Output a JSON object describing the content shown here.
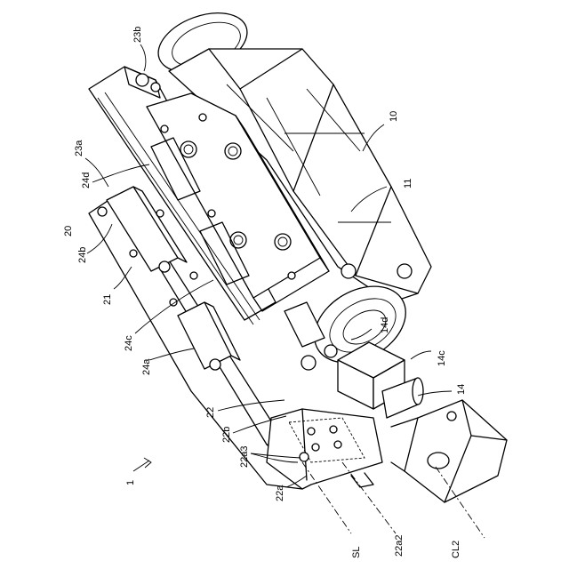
{
  "labels": {
    "l23b": "23b",
    "l10": "10",
    "l23a": "23a",
    "l24d": "24d",
    "l11": "11",
    "l20": "20",
    "l24b": "24b",
    "l21": "21",
    "l24c": "24c",
    "l14d": "14d",
    "l14c": "14c",
    "l24a": "24a",
    "l14": "14",
    "l22": "22",
    "l22b": "22b",
    "l22a3": "22a3",
    "l1": "1",
    "l22a": "22a",
    "lSL": "SL",
    "l22a2": "22a2",
    "lCL2": "CL2"
  }
}
